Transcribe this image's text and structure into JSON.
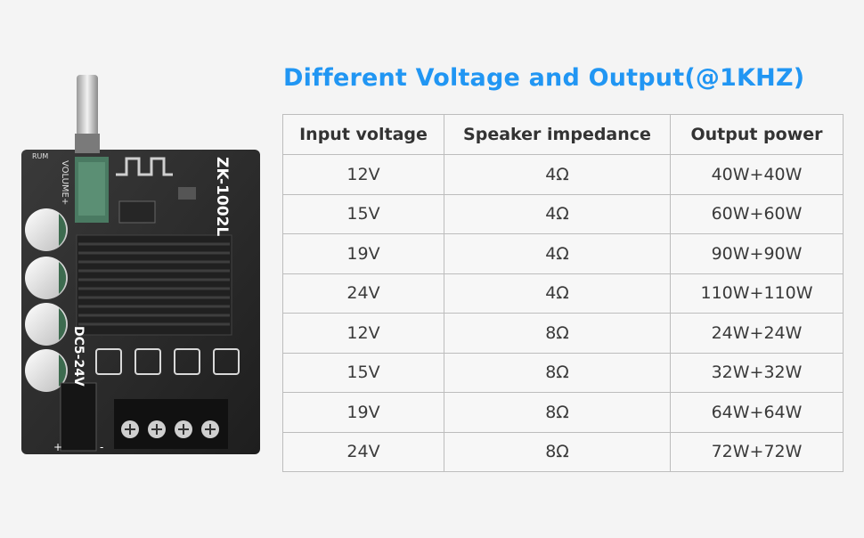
{
  "title": "Different Voltage and Output(@1KHZ)",
  "accent_color": "#2196f3",
  "board": {
    "model_label": "ZK-1002L",
    "volume_label": "VOLUME+",
    "voltage_label": "DC5-24V",
    "rum_label": "RUM",
    "plus_label": "+",
    "minus_label": "-",
    "icon": "circuit-board-photo"
  },
  "table": {
    "headers": [
      "Input voltage",
      "Speaker impedance",
      "Output power"
    ],
    "rows": [
      [
        "12V",
        "4Ω",
        "40W+40W"
      ],
      [
        "15V",
        "4Ω",
        "60W+60W"
      ],
      [
        "19V",
        "4Ω",
        "90W+90W"
      ],
      [
        "24V",
        "4Ω",
        "110W+110W"
      ],
      [
        "12V",
        "8Ω",
        "24W+24W"
      ],
      [
        "15V",
        "8Ω",
        "32W+32W"
      ],
      [
        "19V",
        "8Ω",
        "64W+64W"
      ],
      [
        "24V",
        "8Ω",
        "72W+72W"
      ]
    ]
  }
}
